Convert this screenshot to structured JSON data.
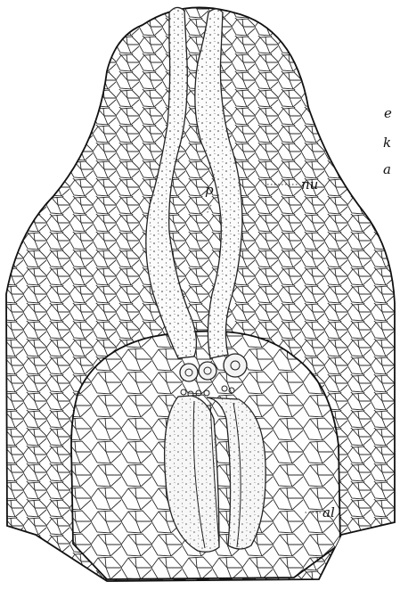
{
  "labels": {
    "e": "e",
    "k": "k",
    "a": "a",
    "p": "p",
    "nu": "nu",
    "al": "al"
  },
  "colors": {
    "ink": "#222222",
    "paper": "#ffffff"
  }
}
